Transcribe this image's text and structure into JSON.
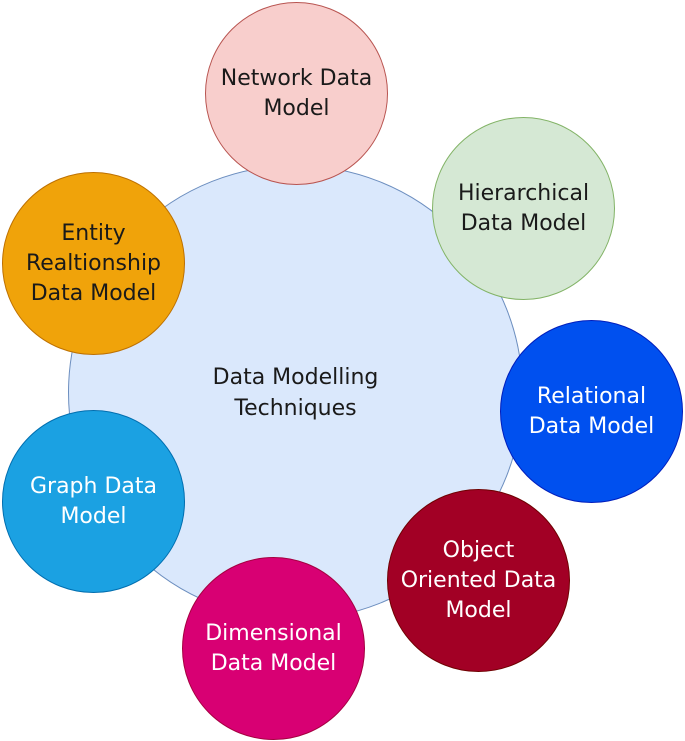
{
  "diagram": {
    "center": {
      "label": "Data Modelling\nTechniques",
      "fill": "#dae8fc"
    },
    "nodes": [
      {
        "label": "Network Data\nModel",
        "fill": "#f8cecc"
      },
      {
        "label": "Hierarchical\nData Model",
        "fill": "#d5e8d4"
      },
      {
        "label": "Relational\nData Model",
        "fill": "#0050ef"
      },
      {
        "label": "Object\nOriented Data\nModel",
        "fill": "#a20025"
      },
      {
        "label": "Dimensional\nData Model",
        "fill": "#d80073"
      },
      {
        "label": "Graph Data\nModel",
        "fill": "#1ba1e2"
      },
      {
        "label": "Entity\nRealtionship\nData Model",
        "fill": "#f0a30a"
      }
    ]
  }
}
